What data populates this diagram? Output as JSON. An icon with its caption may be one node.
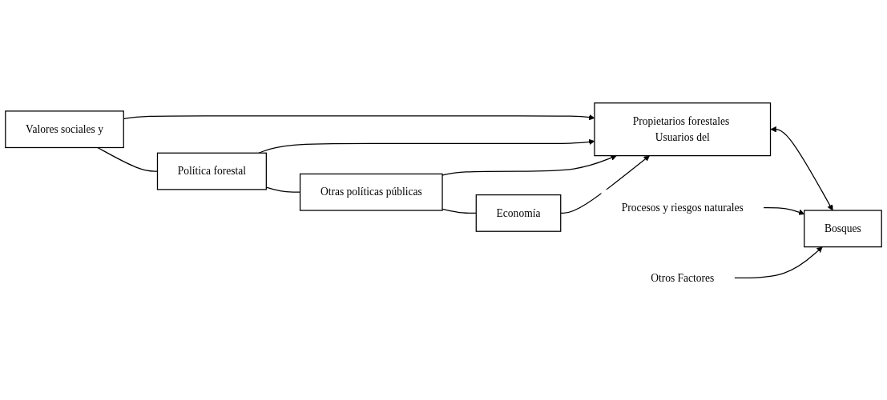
{
  "diagram": {
    "nodes": [
      {
        "text": [
          "Valores sociales y"
        ]
      },
      {
        "text": [
          "Política forestal"
        ]
      },
      {
        "text": [
          "Otras políticas públicas"
        ]
      },
      {
        "text": [
          "Economía"
        ]
      },
      {
        "text": [
          "Propietarios forestales Usuarios del"
        ]
      },
      {
        "text": [
          "Bosques"
        ]
      },
      {
        "text": [
          "Procesos y riesgos naturales"
        ]
      },
      {
        "text": [
          "Otros Factores"
        ]
      }
    ],
    "edges": [
      {
        "from": 0,
        "to": 1,
        "arrow": "none"
      },
      {
        "from": 1,
        "to": 2,
        "arrow": "none"
      },
      {
        "from": 2,
        "to": 3,
        "arrow": "none"
      },
      {
        "from": 0,
        "to": 4,
        "arrow": "to"
      },
      {
        "from": 1,
        "to": 4,
        "arrow": "to"
      },
      {
        "from": 2,
        "to": 4,
        "arrow": "to"
      },
      {
        "from": 3,
        "to": 4,
        "arrow": "to"
      },
      {
        "from": 4,
        "to": 5,
        "arrow": "both"
      },
      {
        "from": 6,
        "to": 5,
        "arrow": "to"
      },
      {
        "from": 7,
        "to": 5,
        "arrow": "to"
      }
    ]
  }
}
